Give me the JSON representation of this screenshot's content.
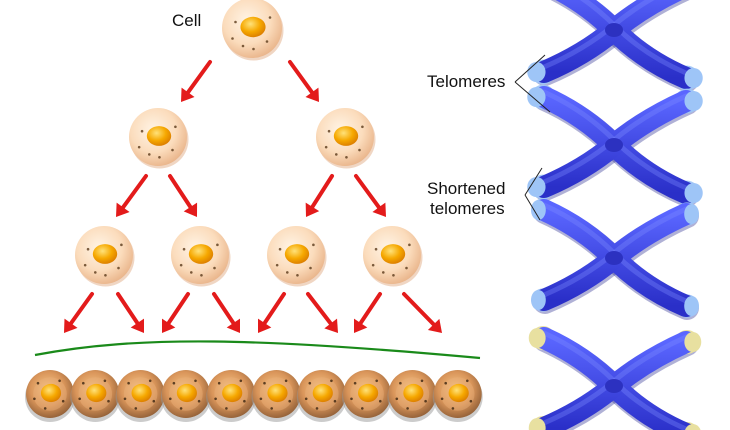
{
  "labels": {
    "cell": "Cell",
    "telomeres": "Telomeres",
    "shortened_line1": "Shortened",
    "shortened_line2": "telomeres"
  },
  "colors": {
    "arrow": "#e31b1b",
    "cell_membrane": "#f7cfa8",
    "cell_nucleus": "#f5a300",
    "chromosome": "#3a3fe0",
    "telomere_normal": "#9ec5f7",
    "telomere_worn": "#e8e0a0",
    "curve": "#1a8a1a"
  },
  "icons": {
    "cell": "cell-icon",
    "chromosome": "chromosome-icon",
    "arrow": "arrow-icon"
  },
  "telomere_stages": [
    {
      "tip": "long"
    },
    {
      "tip": "long"
    },
    {
      "tip": "short"
    },
    {
      "tip": "worn"
    }
  ]
}
